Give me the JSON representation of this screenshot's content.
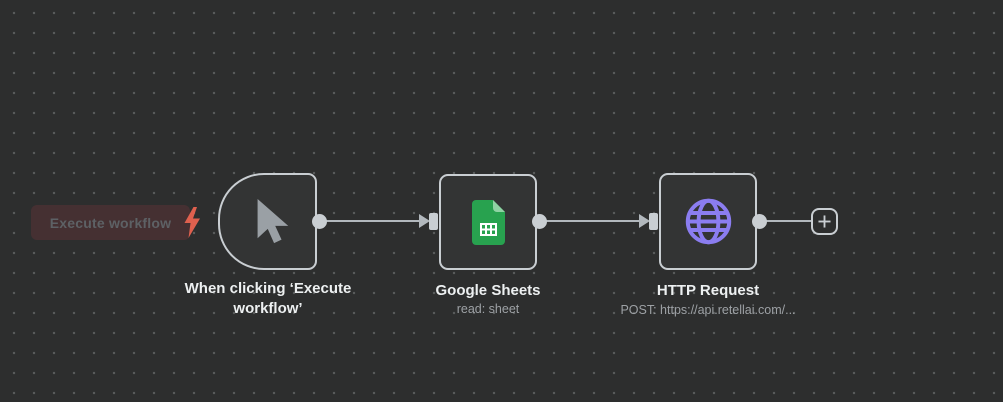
{
  "colors": {
    "canvas_bg": "#2d2e2e",
    "dot": "#5a5c5c",
    "node_fill": "#333434",
    "node_border": "#c9ced2",
    "connection": "#b2b8bd",
    "endpoint": "#c9ced2",
    "label": "#edf0f1",
    "subtitle": "#9da1a5",
    "exec_bg": "#453032",
    "exec_text": "#5d6165",
    "bolt_red": "#df604e",
    "sheets_green": "#28a24f",
    "sheets_fold": "#90d3a4",
    "globe_purple": "#8b7df0",
    "cursor_gray": "#9aa0a5"
  },
  "execute_button": {
    "label": "Execute workflow"
  },
  "nodes": [
    {
      "id": "manual-trigger",
      "label": "When clicking ‘Execute workflow’",
      "subtitle": "",
      "icon": "cursor-icon"
    },
    {
      "id": "google-sheets",
      "label": "Google Sheets",
      "subtitle": "read: sheet",
      "icon": "google-sheets-icon"
    },
    {
      "id": "http-request",
      "label": "HTTP Request",
      "subtitle": "POST: https://api.retellai.com/...",
      "icon": "globe-icon"
    }
  ],
  "add_button": {
    "icon": "plus-icon"
  }
}
